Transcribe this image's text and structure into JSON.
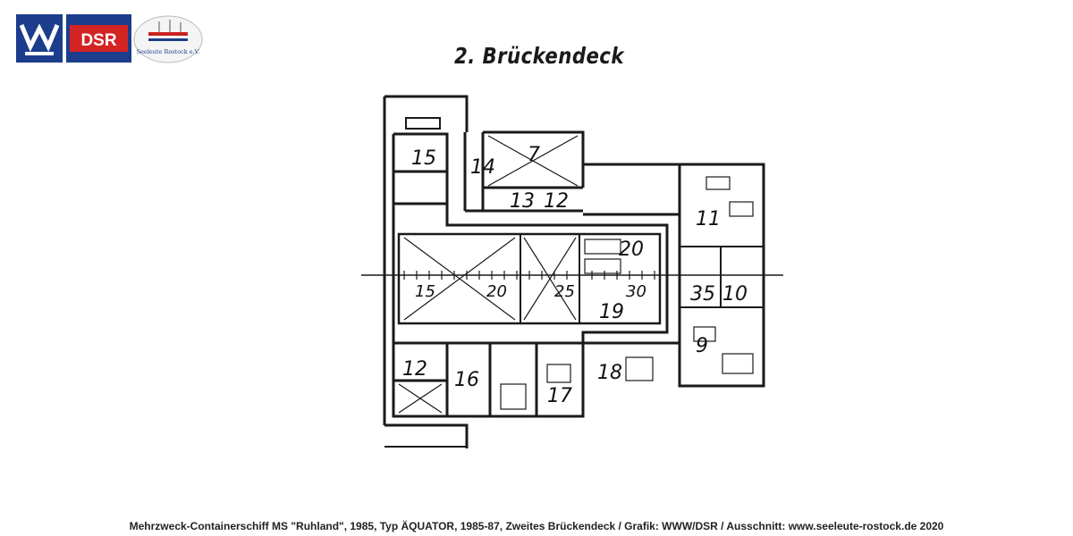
{
  "logos": {
    "dsr_text": "DSR",
    "badge_text": "Seeleute Rostock e.V."
  },
  "title": "2. Brückendeck",
  "rooms": [
    "15",
    "14",
    "7",
    "13",
    "12",
    "11",
    "20",
    "35",
    "10",
    "19",
    "9",
    "12",
    "16",
    "17",
    "18"
  ],
  "frames": [
    "15",
    "20",
    "25",
    "30"
  ],
  "caption": "Mehrzweck-Containerschiff MS \"Ruhland\", 1985, Typ ÄQUATOR, 1985-87, Zweites Brückendeck / Grafik: WWW/DSR / Ausschnitt: www.seeleute-rostock.de 2020",
  "colors": {
    "ink": "#1a1a1a",
    "logo_blue": "#1c3d8c",
    "logo_red": "#d42323"
  }
}
